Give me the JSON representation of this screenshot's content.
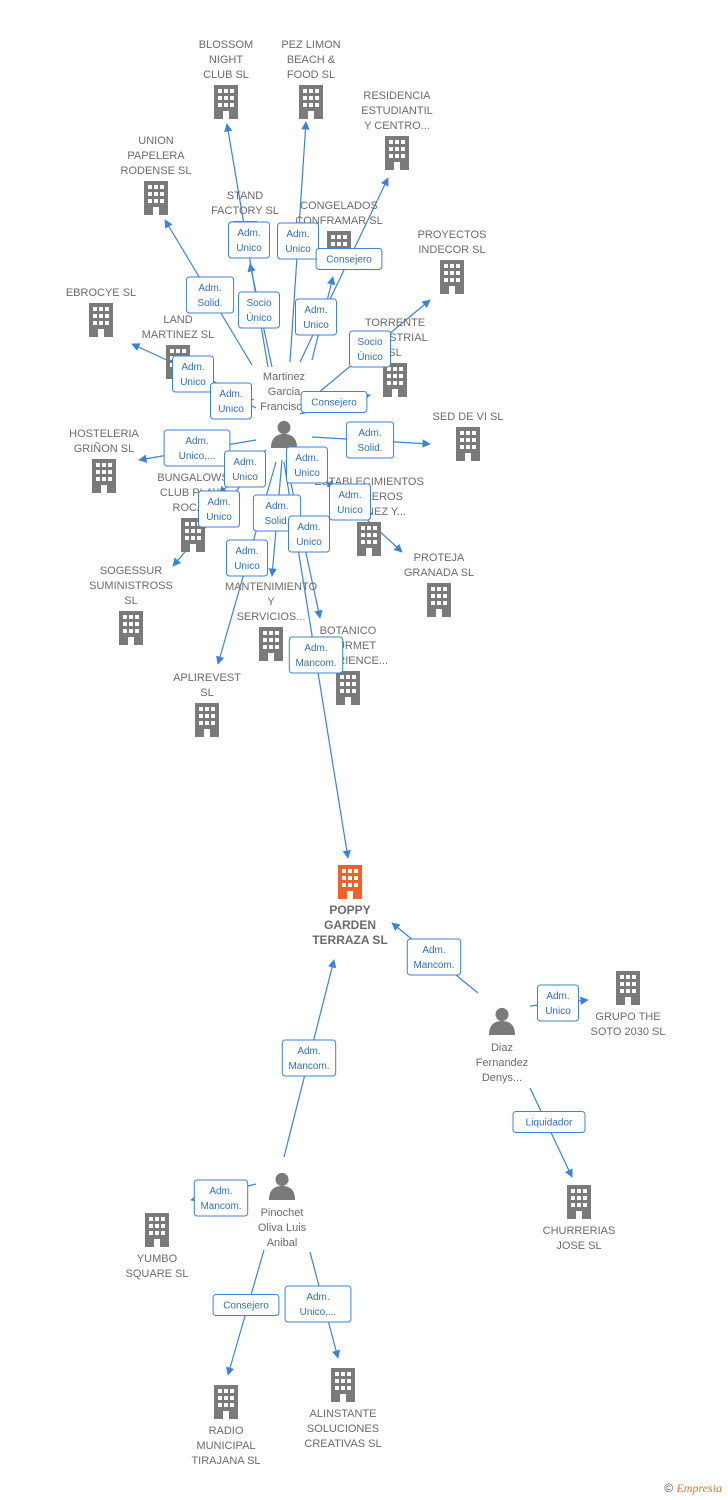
{
  "colors": {
    "edge": "#3b82d8",
    "building": "#7a7a7a",
    "focus": "#f0622a",
    "person": "#7a7a7a"
  },
  "nodes": [
    {
      "id": "blossom",
      "type": "company",
      "lines": [
        "BLOSSOM",
        "NIGHT",
        "CLUB  SL"
      ]
    },
    {
      "id": "pezlimon",
      "type": "company",
      "lines": [
        "PEZ LIMON",
        "BEACH &",
        "FOOD  SL"
      ]
    },
    {
      "id": "residencia",
      "type": "company",
      "lines": [
        "RESIDENCIA",
        "ESTUDIANTIL",
        "Y CENTRO..."
      ]
    },
    {
      "id": "union",
      "type": "company",
      "lines": [
        "UNION",
        "PAPELERA",
        "RODENSE SL"
      ]
    },
    {
      "id": "stand",
      "type": "company",
      "lines": [
        "STAND",
        "FACTORY  SL"
      ]
    },
    {
      "id": "congelados",
      "type": "company",
      "lines": [
        "CONGELADOS",
        "CONFRAMAR SL"
      ]
    },
    {
      "id": "proyectos",
      "type": "company",
      "lines": [
        "PROYECTOS",
        "INDECOR  SL"
      ]
    },
    {
      "id": "ebrocye",
      "type": "company",
      "lines": [
        "EBROCYE  SL"
      ]
    },
    {
      "id": "land",
      "type": "company",
      "lines": [
        "LAND",
        "MARTINEZ  SL"
      ]
    },
    {
      "id": "torrente",
      "type": "company",
      "lines": [
        "TORRENTE",
        "INDUSTRIAL",
        "SL"
      ]
    },
    {
      "id": "sedvi",
      "type": "company",
      "lines": [
        "SED DE VI SL"
      ]
    },
    {
      "id": "hosteleria",
      "type": "company",
      "lines": [
        "HOSTELERIA",
        "GRIÑON  SL"
      ]
    },
    {
      "id": "bungalows",
      "type": "company",
      "lines": [
        "BUNGALOWS",
        "CLUB PLAYA",
        "ROCA..."
      ]
    },
    {
      "id": "establecimientos",
      "type": "company",
      "lines": [
        "ESTABLECIMIENTOS",
        "HOTELEROS",
        "MARTINEZ Y..."
      ]
    },
    {
      "id": "proteja",
      "type": "company",
      "lines": [
        "PROTEJA",
        "GRANADA SL"
      ]
    },
    {
      "id": "sogessur",
      "type": "company",
      "lines": [
        "SOGESSUR",
        "SUMINISTROSS",
        "SL"
      ]
    },
    {
      "id": "mantenimiento",
      "type": "company",
      "lines": [
        "MANTENIMIENTO",
        "Y",
        "SERVICIOS..."
      ]
    },
    {
      "id": "botanico",
      "type": "company",
      "lines": [
        "BOTANICO",
        "GOURMET",
        "EXPERIENCE..."
      ]
    },
    {
      "id": "aplirevest",
      "type": "company",
      "lines": [
        "APLIREVEST",
        "SL"
      ]
    },
    {
      "id": "poppy",
      "type": "focus",
      "lines": [
        "POPPY",
        "GARDEN",
        "TERRAZA  SL"
      ]
    },
    {
      "id": "grupo",
      "type": "company",
      "lines": [
        "GRUPO THE",
        "SOTO 2030  SL"
      ]
    },
    {
      "id": "churrerias",
      "type": "company",
      "lines": [
        "CHURRERIAS",
        "JOSE  SL"
      ]
    },
    {
      "id": "yumbo",
      "type": "company",
      "lines": [
        "YUMBO",
        "SQUARE  SL"
      ]
    },
    {
      "id": "radio",
      "type": "company",
      "lines": [
        "RADIO",
        "MUNICIPAL",
        "TIRAJANA  SL"
      ]
    },
    {
      "id": "alinstante",
      "type": "company",
      "lines": [
        "ALINSTANTE",
        "SOLUCIONES",
        "CREATIVAS  SL"
      ]
    },
    {
      "id": "martinez",
      "type": "person",
      "lines": [
        "Martinez",
        "Garcia",
        "Francisco"
      ]
    },
    {
      "id": "diaz",
      "type": "person",
      "lines": [
        "Diaz",
        "Fernandez",
        "Denys..."
      ]
    },
    {
      "id": "pinochet",
      "type": "person",
      "lines": [
        "Pinochet",
        "Oliva Luis",
        "Anibal"
      ]
    }
  ],
  "edges": [
    {
      "from": "martinez",
      "to": "blossom",
      "labels": [
        "Adm.",
        "Unico"
      ]
    },
    {
      "from": "martinez",
      "to": "pezlimon",
      "labels": [
        "Adm.",
        "Unico"
      ]
    },
    {
      "from": "martinez",
      "to": "residencia",
      "labels": [
        "Consejero"
      ]
    },
    {
      "from": "martinez",
      "to": "union",
      "labels": [
        "Adm.",
        "Solid."
      ]
    },
    {
      "from": "martinez",
      "to": "stand",
      "labels": [
        "Socio",
        "Único"
      ]
    },
    {
      "from": "martinez",
      "to": "congelados",
      "labels": [
        "Adm.",
        "Unico"
      ]
    },
    {
      "from": "martinez",
      "to": "proyectos",
      "labels": [
        "Socio",
        "Único"
      ]
    },
    {
      "from": "martinez",
      "to": "ebrocye",
      "labels": [
        "Adm.",
        "Unico"
      ]
    },
    {
      "from": "martinez",
      "to": "land",
      "labels": [
        "Adm.",
        "Unico"
      ]
    },
    {
      "from": "martinez",
      "to": "torrente",
      "labels": [
        "Consejero"
      ]
    },
    {
      "from": "martinez",
      "to": "sedvi",
      "labels": [
        "Adm.",
        "Solid."
      ]
    },
    {
      "from": "martinez",
      "to": "hosteleria",
      "labels": [
        "Adm.",
        "Unico,..."
      ]
    },
    {
      "from": "martinez",
      "to": "bungalows",
      "labels": [
        "Adm.",
        "Unico"
      ]
    },
    {
      "from": "martinez",
      "to": "establecimientos",
      "labels": [
        "Adm.",
        "Unico"
      ]
    },
    {
      "from": "martinez",
      "to": "proteja",
      "labels": [
        "Adm.",
        "Unico"
      ]
    },
    {
      "from": "martinez",
      "to": "sogessur",
      "labels": [
        "Adm.",
        "Unico"
      ]
    },
    {
      "from": "martinez",
      "to": "mantenimiento",
      "labels": [
        "Adm.",
        "Solid."
      ]
    },
    {
      "from": "martinez",
      "to": "botanico",
      "labels": [
        "Adm.",
        "Unico"
      ]
    },
    {
      "from": "martinez",
      "to": "aplirevest",
      "labels": [
        "Adm.",
        "Unico"
      ]
    },
    {
      "from": "martinez",
      "to": "poppy",
      "labels": [
        "Adm.",
        "Mancom."
      ]
    },
    {
      "from": "diaz",
      "to": "poppy",
      "labels": [
        "Adm.",
        "Mancom."
      ]
    },
    {
      "from": "diaz",
      "to": "grupo",
      "labels": [
        "Adm.",
        "Unico"
      ]
    },
    {
      "from": "diaz",
      "to": "churrerias",
      "labels": [
        "Liquidador"
      ]
    },
    {
      "from": "pinochet",
      "to": "poppy",
      "labels": [
        "Adm.",
        "Mancom."
      ]
    },
    {
      "from": "pinochet",
      "to": "yumbo",
      "labels": [
        "Adm.",
        "Mancom."
      ]
    },
    {
      "from": "pinochet",
      "to": "radio",
      "labels": [
        "Consejero"
      ]
    },
    {
      "from": "pinochet",
      "to": "alinstante",
      "labels": [
        "Adm.",
        "Unico,..."
      ]
    }
  ],
  "footer": {
    "copyright": "©",
    "brand": "Empresia"
  }
}
